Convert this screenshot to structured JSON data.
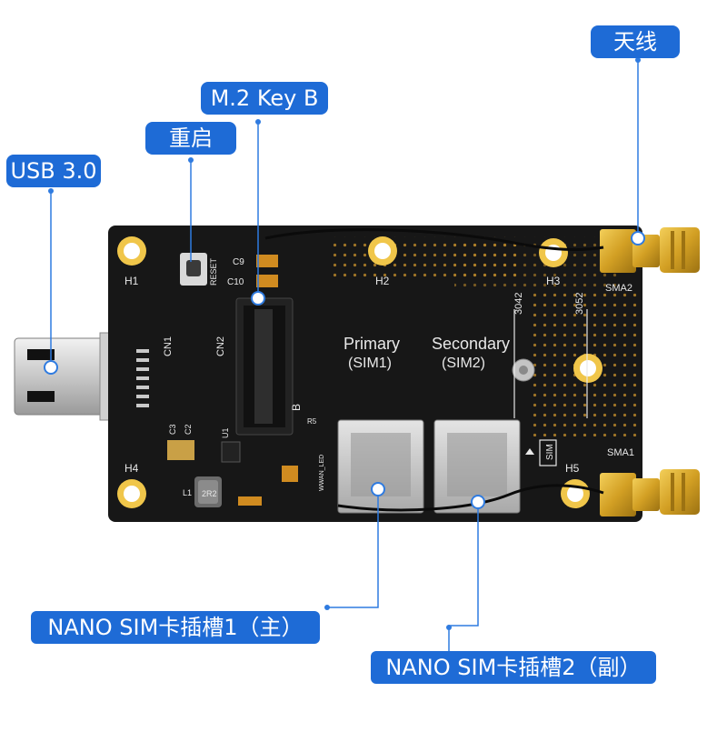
{
  "callouts": {
    "antenna": "天线",
    "m2_key_b": "M.2 Key B",
    "reset": "重启",
    "usb": "USB 3.0",
    "nano_sim_1": "NANO SIM卡插槽1（主）",
    "nano_sim_2": "NANO SIM卡插槽2（副）"
  },
  "board_silkscreen": {
    "h1": "H1",
    "h2": "H2",
    "h3": "H3",
    "h4": "H4",
    "h5": "H5",
    "sma1": "SMA1",
    "sma2": "SMA2",
    "cn1": "CN1",
    "cn2": "CN2",
    "c9": "C9",
    "c10": "C10",
    "reset": "RESET",
    "primary": "Primary",
    "primary_sub": "(SIM1)",
    "secondary": "Secondary",
    "secondary_sub": "(SIM2)",
    "size_3042": "3042",
    "size_3052": "3052",
    "sim": "SIM",
    "b": "B",
    "l1": "L1",
    "u1": "U1",
    "c3": "C3",
    "c2": "C2",
    "r5": "R5",
    "inductor": "2R2",
    "wwan_led": "WWAN_LED"
  },
  "colors": {
    "pcb": "#171717",
    "gold": "#d9a92a",
    "callout_blue": "#1e6bd6",
    "leader_blue": "#2f7be0"
  }
}
